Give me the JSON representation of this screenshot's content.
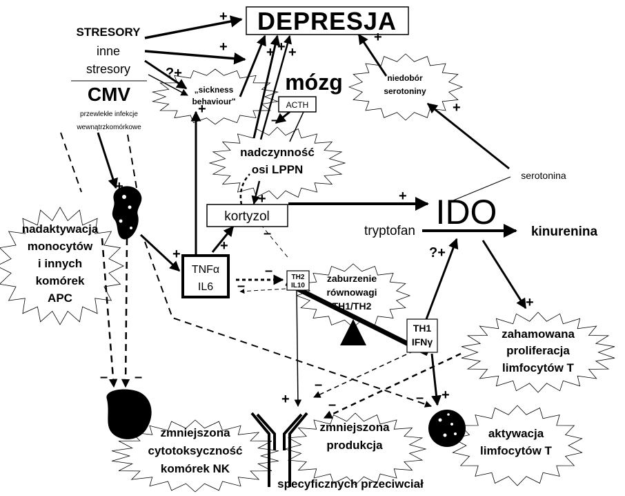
{
  "nodes": {
    "depresja": "DEPRESJA",
    "stresory": "STRESORY",
    "inne": "inne",
    "stresory2": "stresory",
    "cmv": "CMV",
    "przewlekle": "przewlekłe infekcje",
    "wewnatrz": "wewnątrzkomórkowe",
    "sickness1": "„sickness",
    "sickness2": "behaviour\"",
    "mozg": "mózg",
    "acth": "ACTH",
    "nadcz1": "nadczynność",
    "nadcz2": "osi LPPN",
    "niedobor1": "niedobór",
    "niedobor2": "serotoniny",
    "serotonina": "serotonina",
    "kortyzol": "kortyzol",
    "ido": "IDO",
    "tryptofan": "tryptofan",
    "kinurenina": "kinurenina",
    "nadakt1": "nadaktywacja",
    "nadakt2": "monocytów",
    "nadakt3": "i innych",
    "nadakt4": "komórek",
    "nadakt5": "APC",
    "tnf": "TNFα",
    "il6": "IL6",
    "th2": "TH2",
    "il10": "IL10",
    "zab1": "zaburzenie",
    "zab2": "równowagi",
    "zab3": "TH1/TH2",
    "th1": "TH1",
    "ifn": "IFNγ",
    "zah1": "zahamowana",
    "zah2": "proliferacja",
    "zah3": "limfocytów T",
    "nk1": "zmniejszona",
    "nk2": "cytotoksyczność",
    "nk3": "komórek NK",
    "ab1": "zmniejszona",
    "ab2": "produkcja",
    "ab3": "specyficznych przeciwciał",
    "akt1": "aktywacja",
    "akt2": "limfocytów T"
  },
  "signs": {
    "plus": "+",
    "minus": "–",
    "qplus": "?+"
  }
}
